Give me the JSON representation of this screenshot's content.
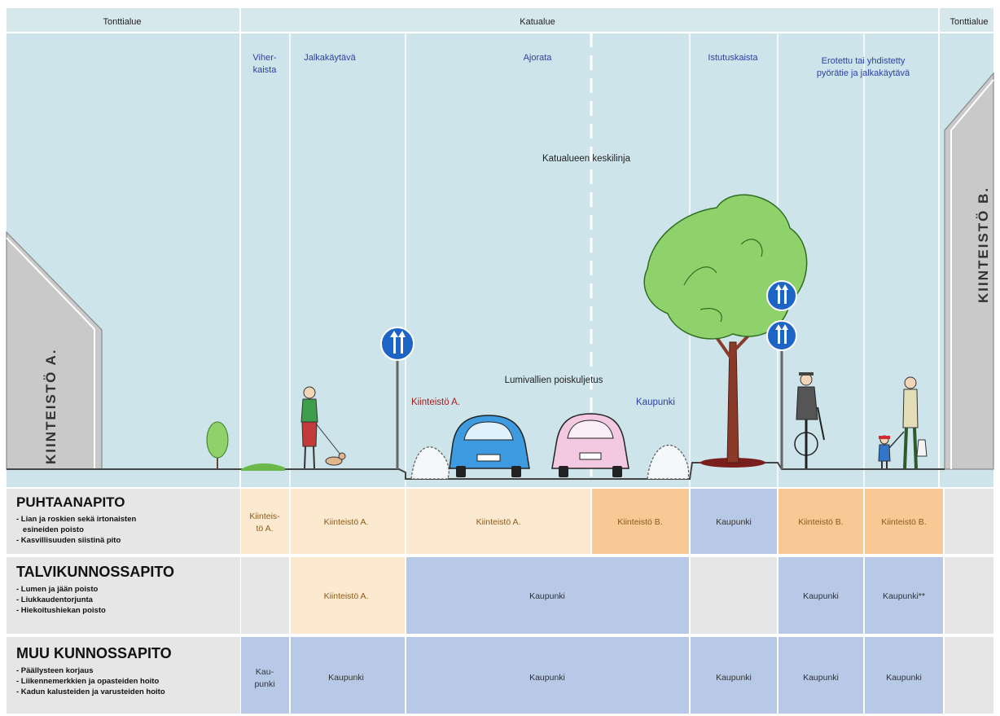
{
  "header": {
    "left": "Tonttialue",
    "center": "Katualue",
    "right": "Tonttialue"
  },
  "lanes": {
    "viherkaista_1": "Viher-",
    "viherkaista_2": "kaista",
    "jalkakaytava": "Jalkakäytävä",
    "ajorata": "Ajorata",
    "istutuskaista": "Istutuskaista",
    "pyoratie_1": "Erotettu tai yhdistetty",
    "pyoratie_2": "pyörätie ja jalkakäytävä"
  },
  "street": {
    "centerline": "Katualueen keskilinja",
    "snow_removal": "Lumivallien poiskuljetus",
    "owner_a": "Kiinteistö A.",
    "city": "Kaupunki"
  },
  "buildings": {
    "left": "KIINTEISTÖ A.",
    "right": "KIINTEISTÖ B."
  },
  "sections": [
    {
      "title": "PUHTAANAPITO",
      "items": [
        "- Lian ja roskien sekä irtonaisten",
        "   esineiden poisto",
        "- Kasvillisuuden siistinä pito"
      ]
    },
    {
      "title": "TALVIKUNNOSSAPITO",
      "items": [
        "- Lumen ja jään poisto",
        "- Liukkaudentorjunta",
        "- Hiekoitushiekan poisto"
      ]
    },
    {
      "title": "MUU KUNNOSSAPITO",
      "items": [
        "- Päällysteen korjaus",
        "- Liikennemerkkien ja opasteiden hoito",
        "- Kadun kalusteiden ja varusteiden hoito"
      ]
    }
  ],
  "cells": {
    "r1_viher_1": "Kiinteis-",
    "r1_viher_2": "tö A.",
    "r1_jalka": "Kiinteistö A.",
    "r1_ajo_a": "Kiinteistö A.",
    "r1_ajo_b": "Kiinteistö B.",
    "r1_istutus": "Kaupunki",
    "r1_pyora": "Kiinteistö B.",
    "r1_jalka2": "Kiinteistö B.",
    "r2_jalka": "Kiinteistö A.",
    "r2_ajo": "Kaupunki",
    "r2_pyora": "Kaupunki",
    "r2_jalka2": "Kaupunki**",
    "r3_viher_1": "Kau-",
    "r3_viher_2": "punki",
    "r3_jalka": "Kaupunki",
    "r3_ajo": "Kaupunki",
    "r3_istutus": "Kaupunki",
    "r3_pyora": "Kaupunki",
    "r3_jalka2": "Kaupunki"
  },
  "colors": {
    "sky": "#cde5ea",
    "header": "#d7e8ec",
    "light_orange": "#fde9cf",
    "orange": "#f8c995",
    "blue": "#b7c9e6",
    "gray": "#e6e6e6",
    "tree": "#8fd16a",
    "car_blue": "#3f9be0",
    "car_pink": "#f3c9e2",
    "sign_blue": "#1e63c6"
  }
}
